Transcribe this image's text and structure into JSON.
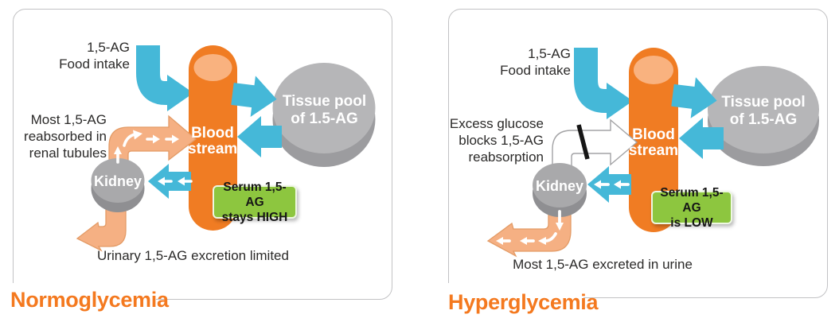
{
  "colors": {
    "blue": "#45b8d8",
    "orange": "#f07c23",
    "orange_light": "#f9b27f",
    "peach": "#f5b083",
    "peach_outline": "#e39b66",
    "gray_light": "#b6b6b8",
    "gray_dark": "#9c9c9f",
    "green": "#8dc63f",
    "title_orange": "#f4791f",
    "text": "#2b2a29",
    "frame_border": "#c2c2c4"
  },
  "panels": [
    {
      "title": "Normoglycemia",
      "food_intake": {
        "line1": "1,5-AG",
        "line2": "Food intake"
      },
      "side_note": {
        "line1": "Most 1,5-AG",
        "line2": "reabsorbed in",
        "line3": "renal tubules"
      },
      "bloodstream": {
        "line1": "Blood",
        "line2": "stream"
      },
      "tissue_pool": {
        "line1": "Tissue pool",
        "line2": "of 1.5-AG"
      },
      "kidney": "Kidney",
      "serum_status": {
        "line1": "Serum 1,5-AG",
        "line2": "stays HIGH"
      },
      "bottom_note": "Urinary 1,5-AG excretion limited"
    },
    {
      "title": "Hyperglycemia",
      "food_intake": {
        "line1": "1,5-AG",
        "line2": "Food intake"
      },
      "side_note": {
        "line1": "Excess glucose",
        "line2": "blocks 1,5-AG",
        "line3": "reabsorption"
      },
      "bloodstream": {
        "line1": "Blood",
        "line2": "stream"
      },
      "tissue_pool": {
        "line1": "Tissue pool",
        "line2": "of 1.5-AG"
      },
      "kidney": "Kidney",
      "serum_status": {
        "line1": "Serum 1,5-AG",
        "line2": "is LOW"
      },
      "bottom_note": "Most 1,5-AG excreted in urine"
    }
  ]
}
